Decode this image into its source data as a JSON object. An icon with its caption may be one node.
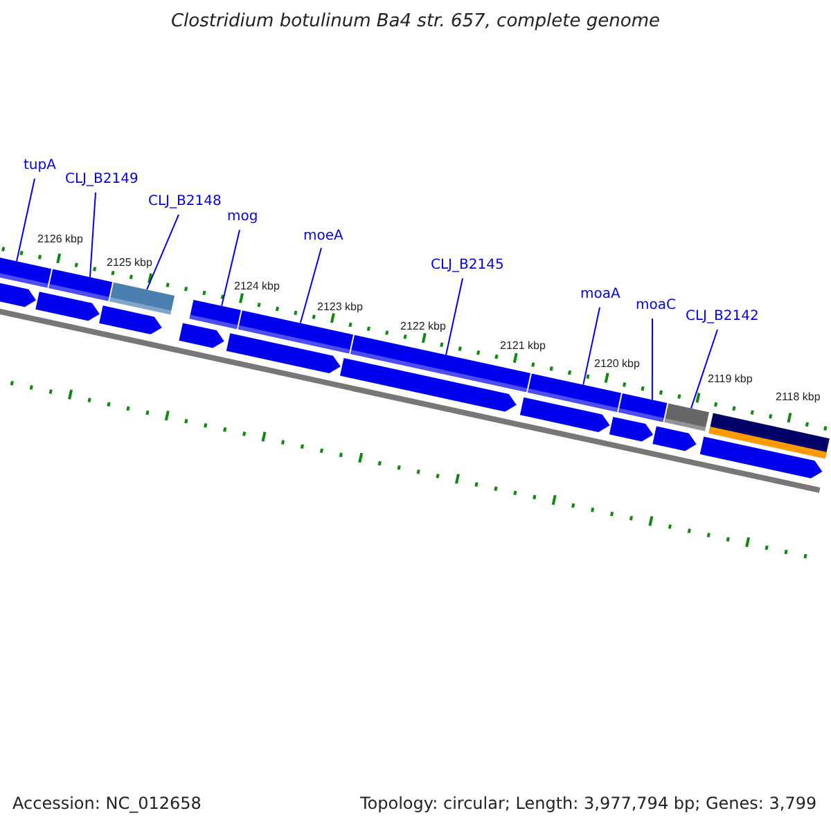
{
  "diagram": {
    "title": "Clostridium botulinum Ba4 str. 657, complete genome",
    "nodes": [
      {
        "text": [
          "tupA"
        ]
      },
      {
        "text": [
          "CLJ_B2149"
        ]
      },
      {
        "text": [
          "CLJ_B2148"
        ]
      },
      {
        "text": [
          "mog"
        ]
      },
      {
        "text": [
          "moeA"
        ]
      },
      {
        "text": [
          "CLJ_B2145"
        ]
      },
      {
        "text": [
          "moaA"
        ]
      },
      {
        "text": [
          "moaC"
        ]
      },
      {
        "text": [
          "CLJ_B2142"
        ]
      },
      {
        "text": [],
        "shape": "bar"
      },
      {
        "text": [],
        "shape": "bar"
      },
      {
        "text": [],
        "shape": "bar"
      },
      {
        "text": [],
        "shape": "bar"
      },
      {
        "text": [],
        "shape": "bar"
      },
      {
        "text": [],
        "shape": "bar"
      },
      {
        "text": [],
        "shape": "bar"
      },
      {
        "text": [],
        "shape": "bar"
      },
      {
        "text": [],
        "shape": "bar"
      },
      {
        "text": [],
        "shape": "bar"
      },
      {
        "text": [],
        "shape": "pentagon"
      },
      {
        "text": [],
        "shape": "pentagon"
      },
      {
        "text": [],
        "shape": "pentagon"
      },
      {
        "text": [],
        "shape": "pentagon"
      },
      {
        "text": [],
        "shape": "pentagon"
      },
      {
        "text": [],
        "shape": "pentagon"
      },
      {
        "text": [],
        "shape": "pentagon"
      },
      {
        "text": [],
        "shape": "pentagon"
      },
      {
        "text": [],
        "shape": "pentagon"
      },
      {
        "text": [],
        "shape": "pentagon"
      }
    ],
    "edges": [
      {
        "from": 0,
        "to": 9,
        "arrow": "none"
      },
      {
        "from": 1,
        "to": 10,
        "arrow": "none"
      },
      {
        "from": 2,
        "to": 11,
        "arrow": "none"
      },
      {
        "from": 3,
        "to": 12,
        "arrow": "none"
      },
      {
        "from": 4,
        "to": 13,
        "arrow": "none"
      },
      {
        "from": 5,
        "to": 14,
        "arrow": "none"
      },
      {
        "from": 6,
        "to": 15,
        "arrow": "none"
      },
      {
        "from": 7,
        "to": 16,
        "arrow": "none"
      },
      {
        "from": 8,
        "to": 17,
        "arrow": "none"
      }
    ],
    "labels": [
      "2126 kbp",
      "2125 kbp",
      "2124 kbp",
      "2123 kbp",
      "2122 kbp",
      "2121 kbp",
      "2120 kbp",
      "2119 kbp",
      "2118 kbp",
      "Accession: NC_012658",
      "Topology: circular; Length: 3,977,794 bp; Genes: 3,799"
    ]
  }
}
